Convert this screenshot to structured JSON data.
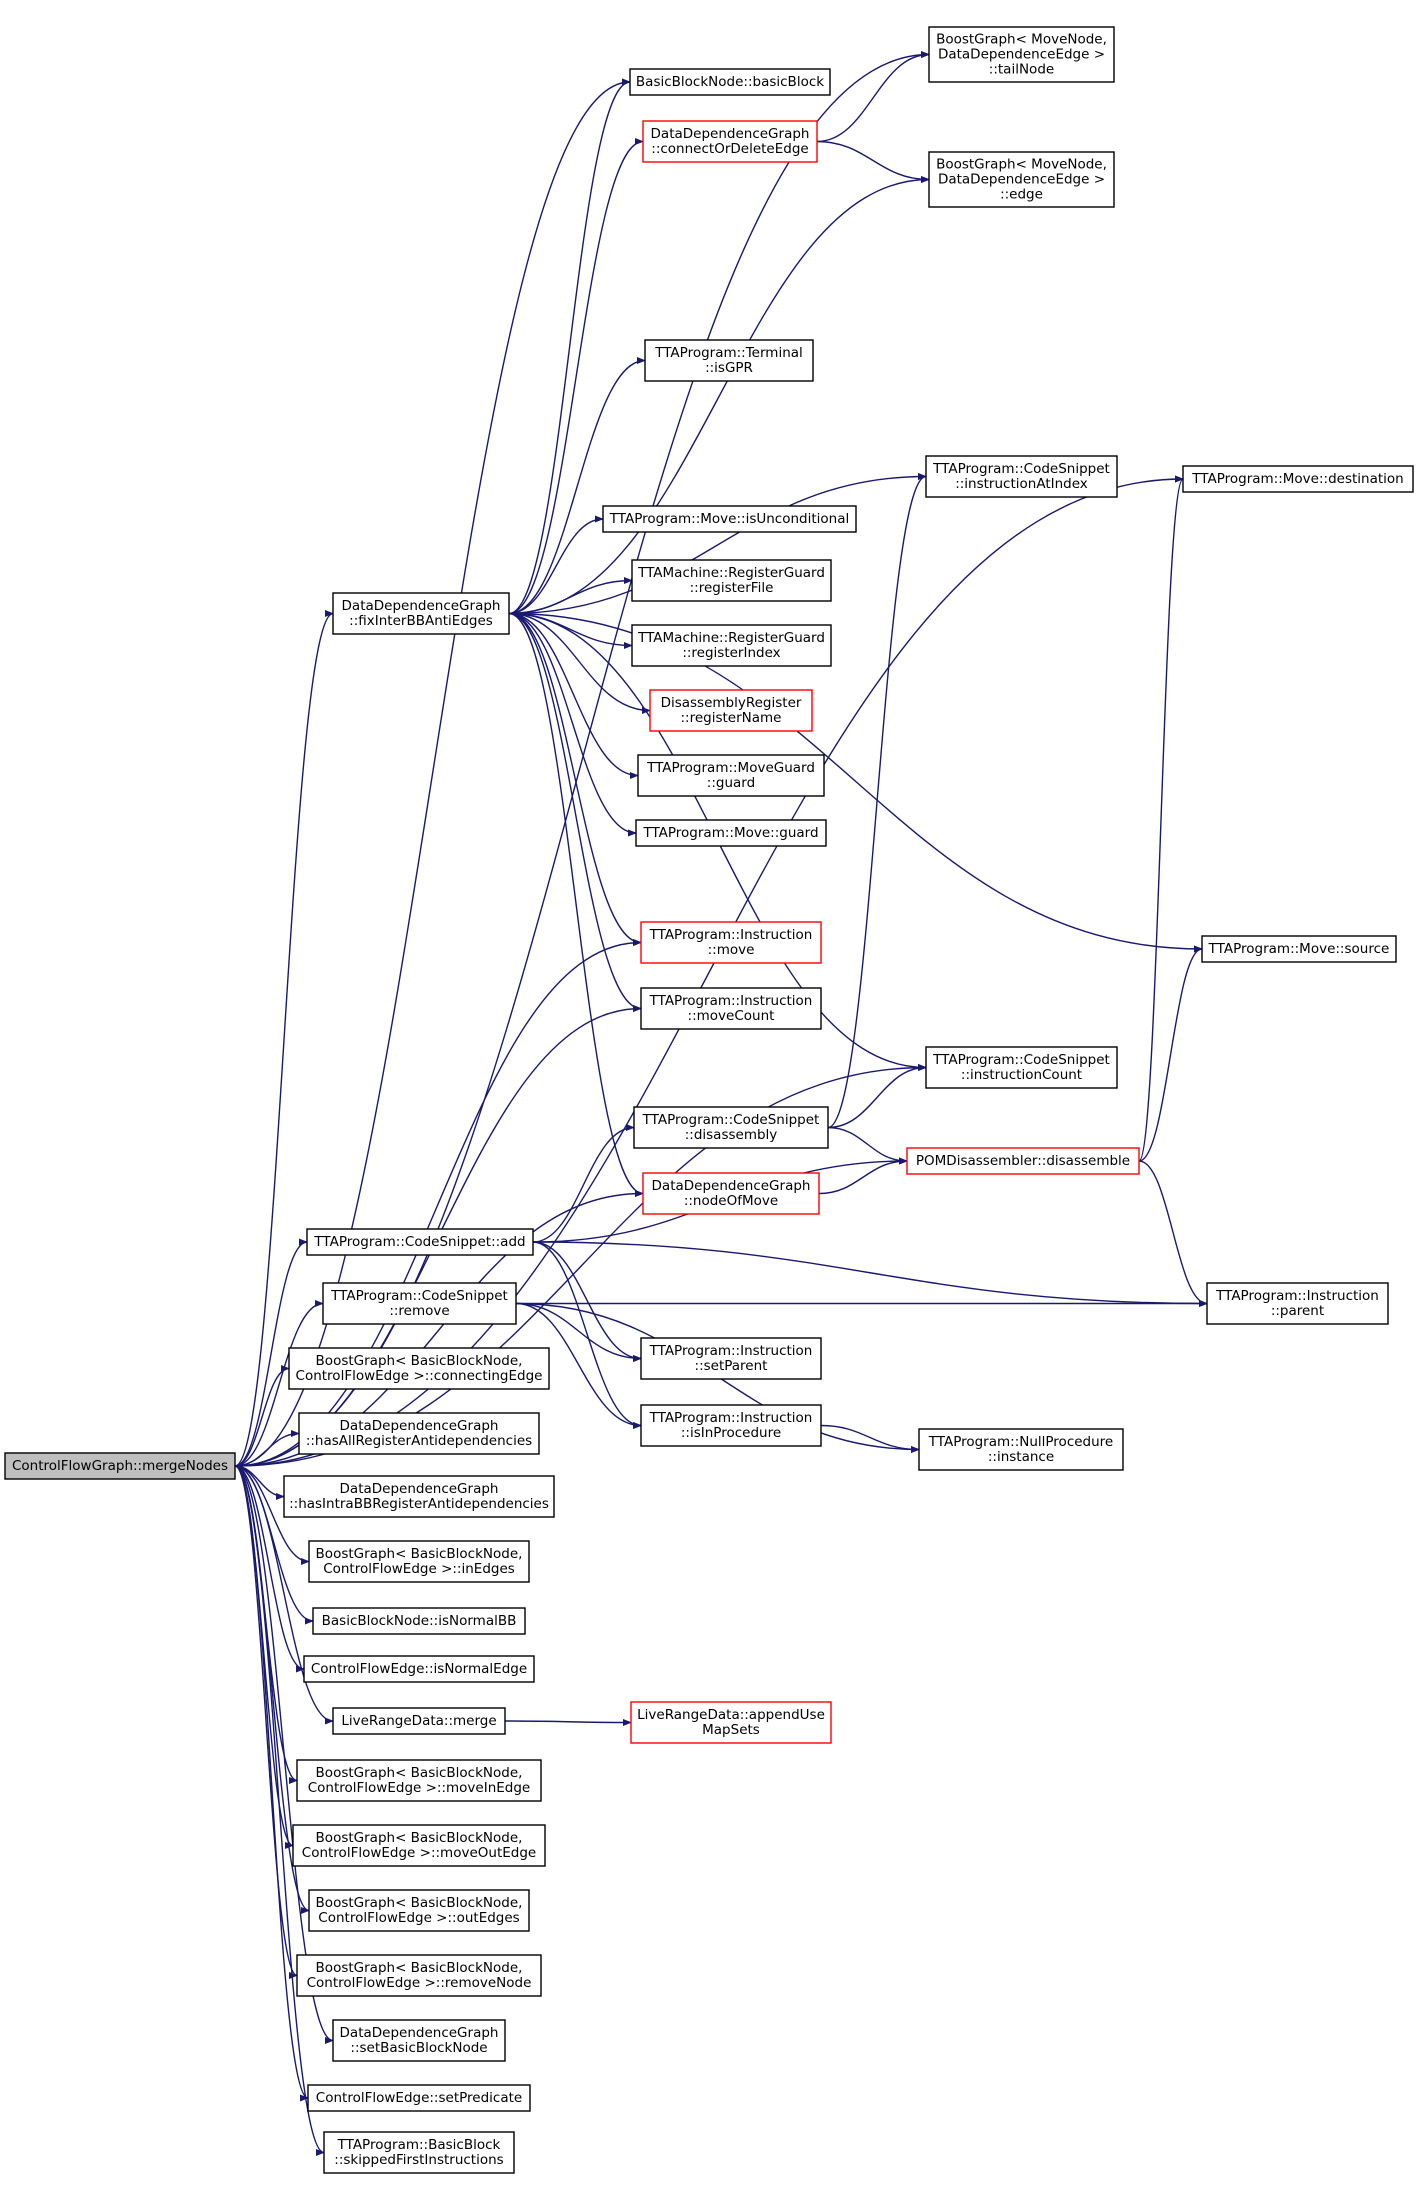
{
  "graph": {
    "title": "ControlFlowGraph::mergeNodes call graph",
    "colors": {
      "edge": "#191970",
      "normal_border": "#000000",
      "truncated_border": "#ff0000",
      "root_fill": "#bfbfbf"
    },
    "nodes": [
      {
        "id": "root",
        "lines": [
          "ControlFlowGraph::mergeNodes"
        ],
        "style": "root"
      },
      {
        "id": "tailNode",
        "lines": [
          "BoostGraph< MoveNode,",
          "DataDependenceEdge >",
          "::tailNode"
        ],
        "style": "normal"
      },
      {
        "id": "basicBlock",
        "lines": [
          "BasicBlockNode::basicBlock"
        ],
        "style": "normal"
      },
      {
        "id": "connectOrDeleteEdge",
        "lines": [
          "DataDependenceGraph",
          "::connectOrDeleteEdge"
        ],
        "style": "red"
      },
      {
        "id": "edge",
        "lines": [
          "BoostGraph< MoveNode,",
          "DataDependenceEdge >",
          "::edge"
        ],
        "style": "normal"
      },
      {
        "id": "isGPR",
        "lines": [
          "TTAProgram::Terminal",
          "::isGPR"
        ],
        "style": "normal"
      },
      {
        "id": "instructionAtIndex",
        "lines": [
          "TTAProgram::CodeSnippet",
          "::instructionAtIndex"
        ],
        "style": "normal"
      },
      {
        "id": "destination",
        "lines": [
          "TTAProgram::Move::destination"
        ],
        "style": "normal"
      },
      {
        "id": "isUnconditional",
        "lines": [
          "TTAProgram::Move::isUnconditional"
        ],
        "style": "normal"
      },
      {
        "id": "fixInterBBAntiEdges",
        "lines": [
          "DataDependenceGraph",
          "::fixInterBBAntiEdges"
        ],
        "style": "normal"
      },
      {
        "id": "registerFile",
        "lines": [
          "TTAMachine::RegisterGuard",
          "::registerFile"
        ],
        "style": "normal"
      },
      {
        "id": "registerIndex",
        "lines": [
          "TTAMachine::RegisterGuard",
          "::registerIndex"
        ],
        "style": "normal"
      },
      {
        "id": "registerName",
        "lines": [
          "DisassemblyRegister",
          "::registerName"
        ],
        "style": "red"
      },
      {
        "id": "moveGuardGuard",
        "lines": [
          "TTAProgram::MoveGuard",
          "::guard"
        ],
        "style": "normal"
      },
      {
        "id": "moveGuard",
        "lines": [
          "TTAProgram::Move::guard"
        ],
        "style": "normal"
      },
      {
        "id": "instrMove",
        "lines": [
          "TTAProgram::Instruction",
          "::move"
        ],
        "style": "red"
      },
      {
        "id": "moveSource",
        "lines": [
          "TTAProgram::Move::source"
        ],
        "style": "normal"
      },
      {
        "id": "moveCount",
        "lines": [
          "TTAProgram::Instruction",
          "::moveCount"
        ],
        "style": "normal"
      },
      {
        "id": "instructionCount",
        "lines": [
          "TTAProgram::CodeSnippet",
          "::instructionCount"
        ],
        "style": "normal"
      },
      {
        "id": "snippetDisassembly",
        "lines": [
          "TTAProgram::CodeSnippet",
          "::disassembly"
        ],
        "style": "normal"
      },
      {
        "id": "pomDisassemble",
        "lines": [
          "POMDisassembler::disassemble"
        ],
        "style": "red"
      },
      {
        "id": "nodeOfMove",
        "lines": [
          "DataDependenceGraph",
          "::nodeOfMove"
        ],
        "style": "red"
      },
      {
        "id": "snippetAdd",
        "lines": [
          "TTAProgram::CodeSnippet::add"
        ],
        "style": "normal"
      },
      {
        "id": "instrParent",
        "lines": [
          "TTAProgram::Instruction",
          "::parent"
        ],
        "style": "normal"
      },
      {
        "id": "snippetRemove",
        "lines": [
          "TTAProgram::CodeSnippet",
          "::remove"
        ],
        "style": "normal"
      },
      {
        "id": "setParent",
        "lines": [
          "TTAProgram::Instruction",
          "::setParent"
        ],
        "style": "normal"
      },
      {
        "id": "connectingEdge",
        "lines": [
          "BoostGraph< BasicBlockNode,",
          "ControlFlowEdge >::connectingEdge"
        ],
        "style": "normal"
      },
      {
        "id": "isInProcedure",
        "lines": [
          "TTAProgram::Instruction",
          "::isInProcedure"
        ],
        "style": "normal"
      },
      {
        "id": "hasAllRegisterAntidependencies",
        "lines": [
          "DataDependenceGraph",
          "::hasAllRegisterAntidependencies"
        ],
        "style": "normal"
      },
      {
        "id": "nullProcInstance",
        "lines": [
          "TTAProgram::NullProcedure",
          "::instance"
        ],
        "style": "normal"
      },
      {
        "id": "hasIntraBBRegisterAntidependencies",
        "lines": [
          "DataDependenceGraph",
          "::hasIntraBBRegisterAntidependencies"
        ],
        "style": "normal"
      },
      {
        "id": "inEdges",
        "lines": [
          "BoostGraph< BasicBlockNode,",
          "ControlFlowEdge >::inEdges"
        ],
        "style": "normal"
      },
      {
        "id": "isNormalBB",
        "lines": [
          "BasicBlockNode::isNormalBB"
        ],
        "style": "normal"
      },
      {
        "id": "isNormalEdge",
        "lines": [
          "ControlFlowEdge::isNormalEdge"
        ],
        "style": "normal"
      },
      {
        "id": "lrdMerge",
        "lines": [
          "LiveRangeData::merge"
        ],
        "style": "normal"
      },
      {
        "id": "appendUseMapSets",
        "lines": [
          "LiveRangeData::appendUse",
          "MapSets"
        ],
        "style": "red"
      },
      {
        "id": "moveInEdge",
        "lines": [
          "BoostGraph< BasicBlockNode,",
          "ControlFlowEdge >::moveInEdge"
        ],
        "style": "normal"
      },
      {
        "id": "moveOutEdge",
        "lines": [
          "BoostGraph< BasicBlockNode,",
          "ControlFlowEdge >::moveOutEdge"
        ],
        "style": "normal"
      },
      {
        "id": "outEdges",
        "lines": [
          "BoostGraph< BasicBlockNode,",
          "ControlFlowEdge >::outEdges"
        ],
        "style": "normal"
      },
      {
        "id": "removeNode",
        "lines": [
          "BoostGraph< BasicBlockNode,",
          "ControlFlowEdge >::removeNode"
        ],
        "style": "normal"
      },
      {
        "id": "setBasicBlockNode",
        "lines": [
          "DataDependenceGraph",
          "::setBasicBlockNode"
        ],
        "style": "normal"
      },
      {
        "id": "setPredicate",
        "lines": [
          "ControlFlowEdge::setPredicate"
        ],
        "style": "normal"
      },
      {
        "id": "skippedFirstInstructions",
        "lines": [
          "TTAProgram::BasicBlock",
          "::skippedFirstInstructions"
        ],
        "style": "normal"
      }
    ],
    "edges": [
      [
        "root",
        "tailNode"
      ],
      [
        "root",
        "basicBlock"
      ],
      [
        "root",
        "destination"
      ],
      [
        "root",
        "fixInterBBAntiEdges"
      ],
      [
        "root",
        "instrMove"
      ],
      [
        "root",
        "moveCount"
      ],
      [
        "root",
        "instructionCount"
      ],
      [
        "root",
        "nodeOfMove"
      ],
      [
        "root",
        "snippetAdd"
      ],
      [
        "root",
        "snippetRemove"
      ],
      [
        "root",
        "connectingEdge"
      ],
      [
        "root",
        "hasAllRegisterAntidependencies"
      ],
      [
        "root",
        "hasIntraBBRegisterAntidependencies"
      ],
      [
        "root",
        "inEdges"
      ],
      [
        "root",
        "isNormalBB"
      ],
      [
        "root",
        "isNormalEdge"
      ],
      [
        "root",
        "lrdMerge"
      ],
      [
        "root",
        "moveInEdge"
      ],
      [
        "root",
        "moveOutEdge"
      ],
      [
        "root",
        "outEdges"
      ],
      [
        "root",
        "removeNode"
      ],
      [
        "root",
        "setBasicBlockNode"
      ],
      [
        "root",
        "setPredicate"
      ],
      [
        "root",
        "skippedFirstInstructions"
      ],
      [
        "fixInterBBAntiEdges",
        "basicBlock"
      ],
      [
        "fixInterBBAntiEdges",
        "connectOrDeleteEdge"
      ],
      [
        "fixInterBBAntiEdges",
        "edge"
      ],
      [
        "fixInterBBAntiEdges",
        "isGPR"
      ],
      [
        "fixInterBBAntiEdges",
        "instructionAtIndex"
      ],
      [
        "fixInterBBAntiEdges",
        "isUnconditional"
      ],
      [
        "fixInterBBAntiEdges",
        "registerFile"
      ],
      [
        "fixInterBBAntiEdges",
        "registerIndex"
      ],
      [
        "fixInterBBAntiEdges",
        "registerName"
      ],
      [
        "fixInterBBAntiEdges",
        "moveGuardGuard"
      ],
      [
        "fixInterBBAntiEdges",
        "moveGuard"
      ],
      [
        "fixInterBBAntiEdges",
        "instrMove"
      ],
      [
        "fixInterBBAntiEdges",
        "moveCount"
      ],
      [
        "fixInterBBAntiEdges",
        "instructionCount"
      ],
      [
        "fixInterBBAntiEdges",
        "nodeOfMove"
      ],
      [
        "fixInterBBAntiEdges",
        "moveSource"
      ],
      [
        "connectOrDeleteEdge",
        "tailNode"
      ],
      [
        "connectOrDeleteEdge",
        "edge"
      ],
      [
        "snippetDisassembly",
        "instructionAtIndex"
      ],
      [
        "snippetDisassembly",
        "instructionCount"
      ],
      [
        "snippetDisassembly",
        "pomDisassemble"
      ],
      [
        "nodeOfMove",
        "pomDisassemble"
      ],
      [
        "pomDisassemble",
        "destination"
      ],
      [
        "pomDisassemble",
        "moveSource"
      ],
      [
        "pomDisassemble",
        "instrParent"
      ],
      [
        "snippetAdd",
        "snippetDisassembly"
      ],
      [
        "snippetAdd",
        "pomDisassemble"
      ],
      [
        "snippetAdd",
        "instrParent"
      ],
      [
        "snippetAdd",
        "setParent"
      ],
      [
        "snippetAdd",
        "isInProcedure"
      ],
      [
        "snippetRemove",
        "setParent"
      ],
      [
        "snippetRemove",
        "isInProcedure"
      ],
      [
        "snippetRemove",
        "nullProcInstance"
      ],
      [
        "snippetRemove",
        "instrParent"
      ],
      [
        "isInProcedure",
        "nullProcInstance"
      ],
      [
        "lrdMerge",
        "appendUseMapSets"
      ]
    ]
  }
}
